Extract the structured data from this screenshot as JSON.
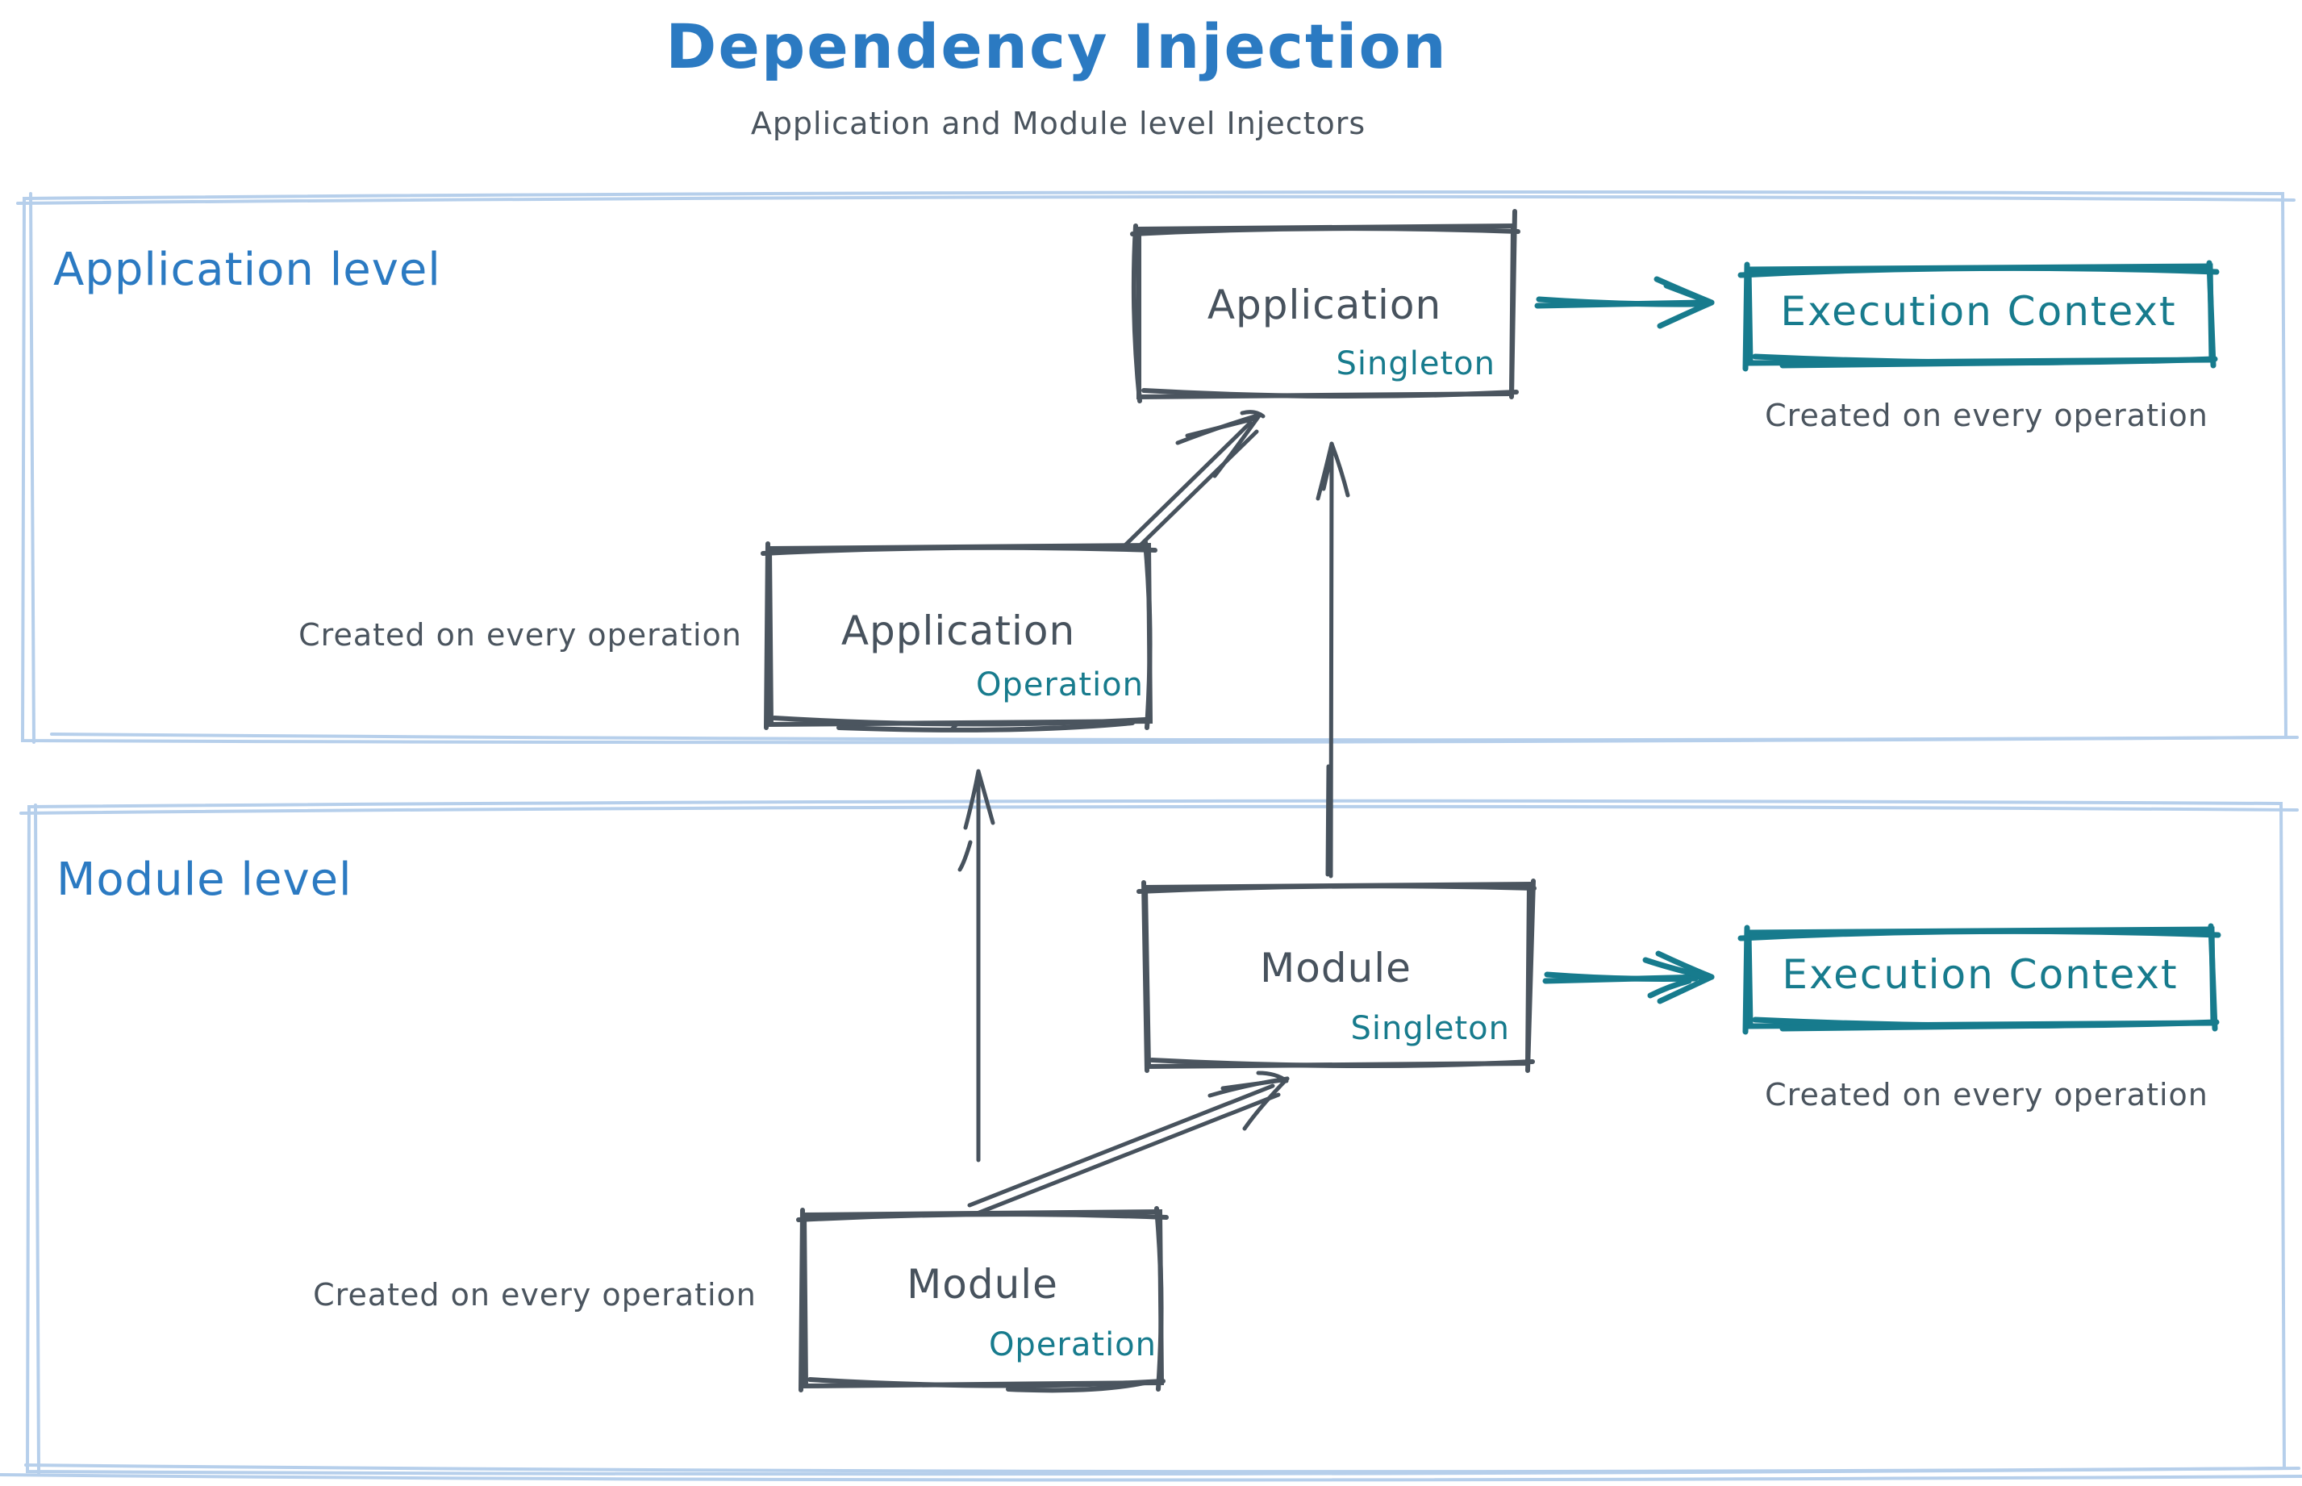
{
  "title": "Dependency Injection",
  "subtitle": "Application and Module level Injectors",
  "colors": {
    "accent_blue": "#2b7ac2",
    "stroke_dark": "#47525d",
    "teal": "#177b8d",
    "container_border": "#b6cfeb"
  },
  "sections": {
    "application": {
      "label": "Application level",
      "singleton_box": {
        "title": "Application",
        "tag": "Singleton"
      },
      "operation_box": {
        "title": "Application",
        "tag": "Operation"
      },
      "operation_caption": "Created on every operation",
      "execution_context": {
        "label": "Execution Context",
        "caption": "Created on every operation"
      }
    },
    "module": {
      "label": "Module level",
      "singleton_box": {
        "title": "Module",
        "tag": "Singleton"
      },
      "operation_box": {
        "title": "Module",
        "tag": "Operation"
      },
      "operation_caption": "Created on every operation",
      "execution_context": {
        "label": "Execution Context",
        "caption": "Created on every operation"
      }
    }
  }
}
